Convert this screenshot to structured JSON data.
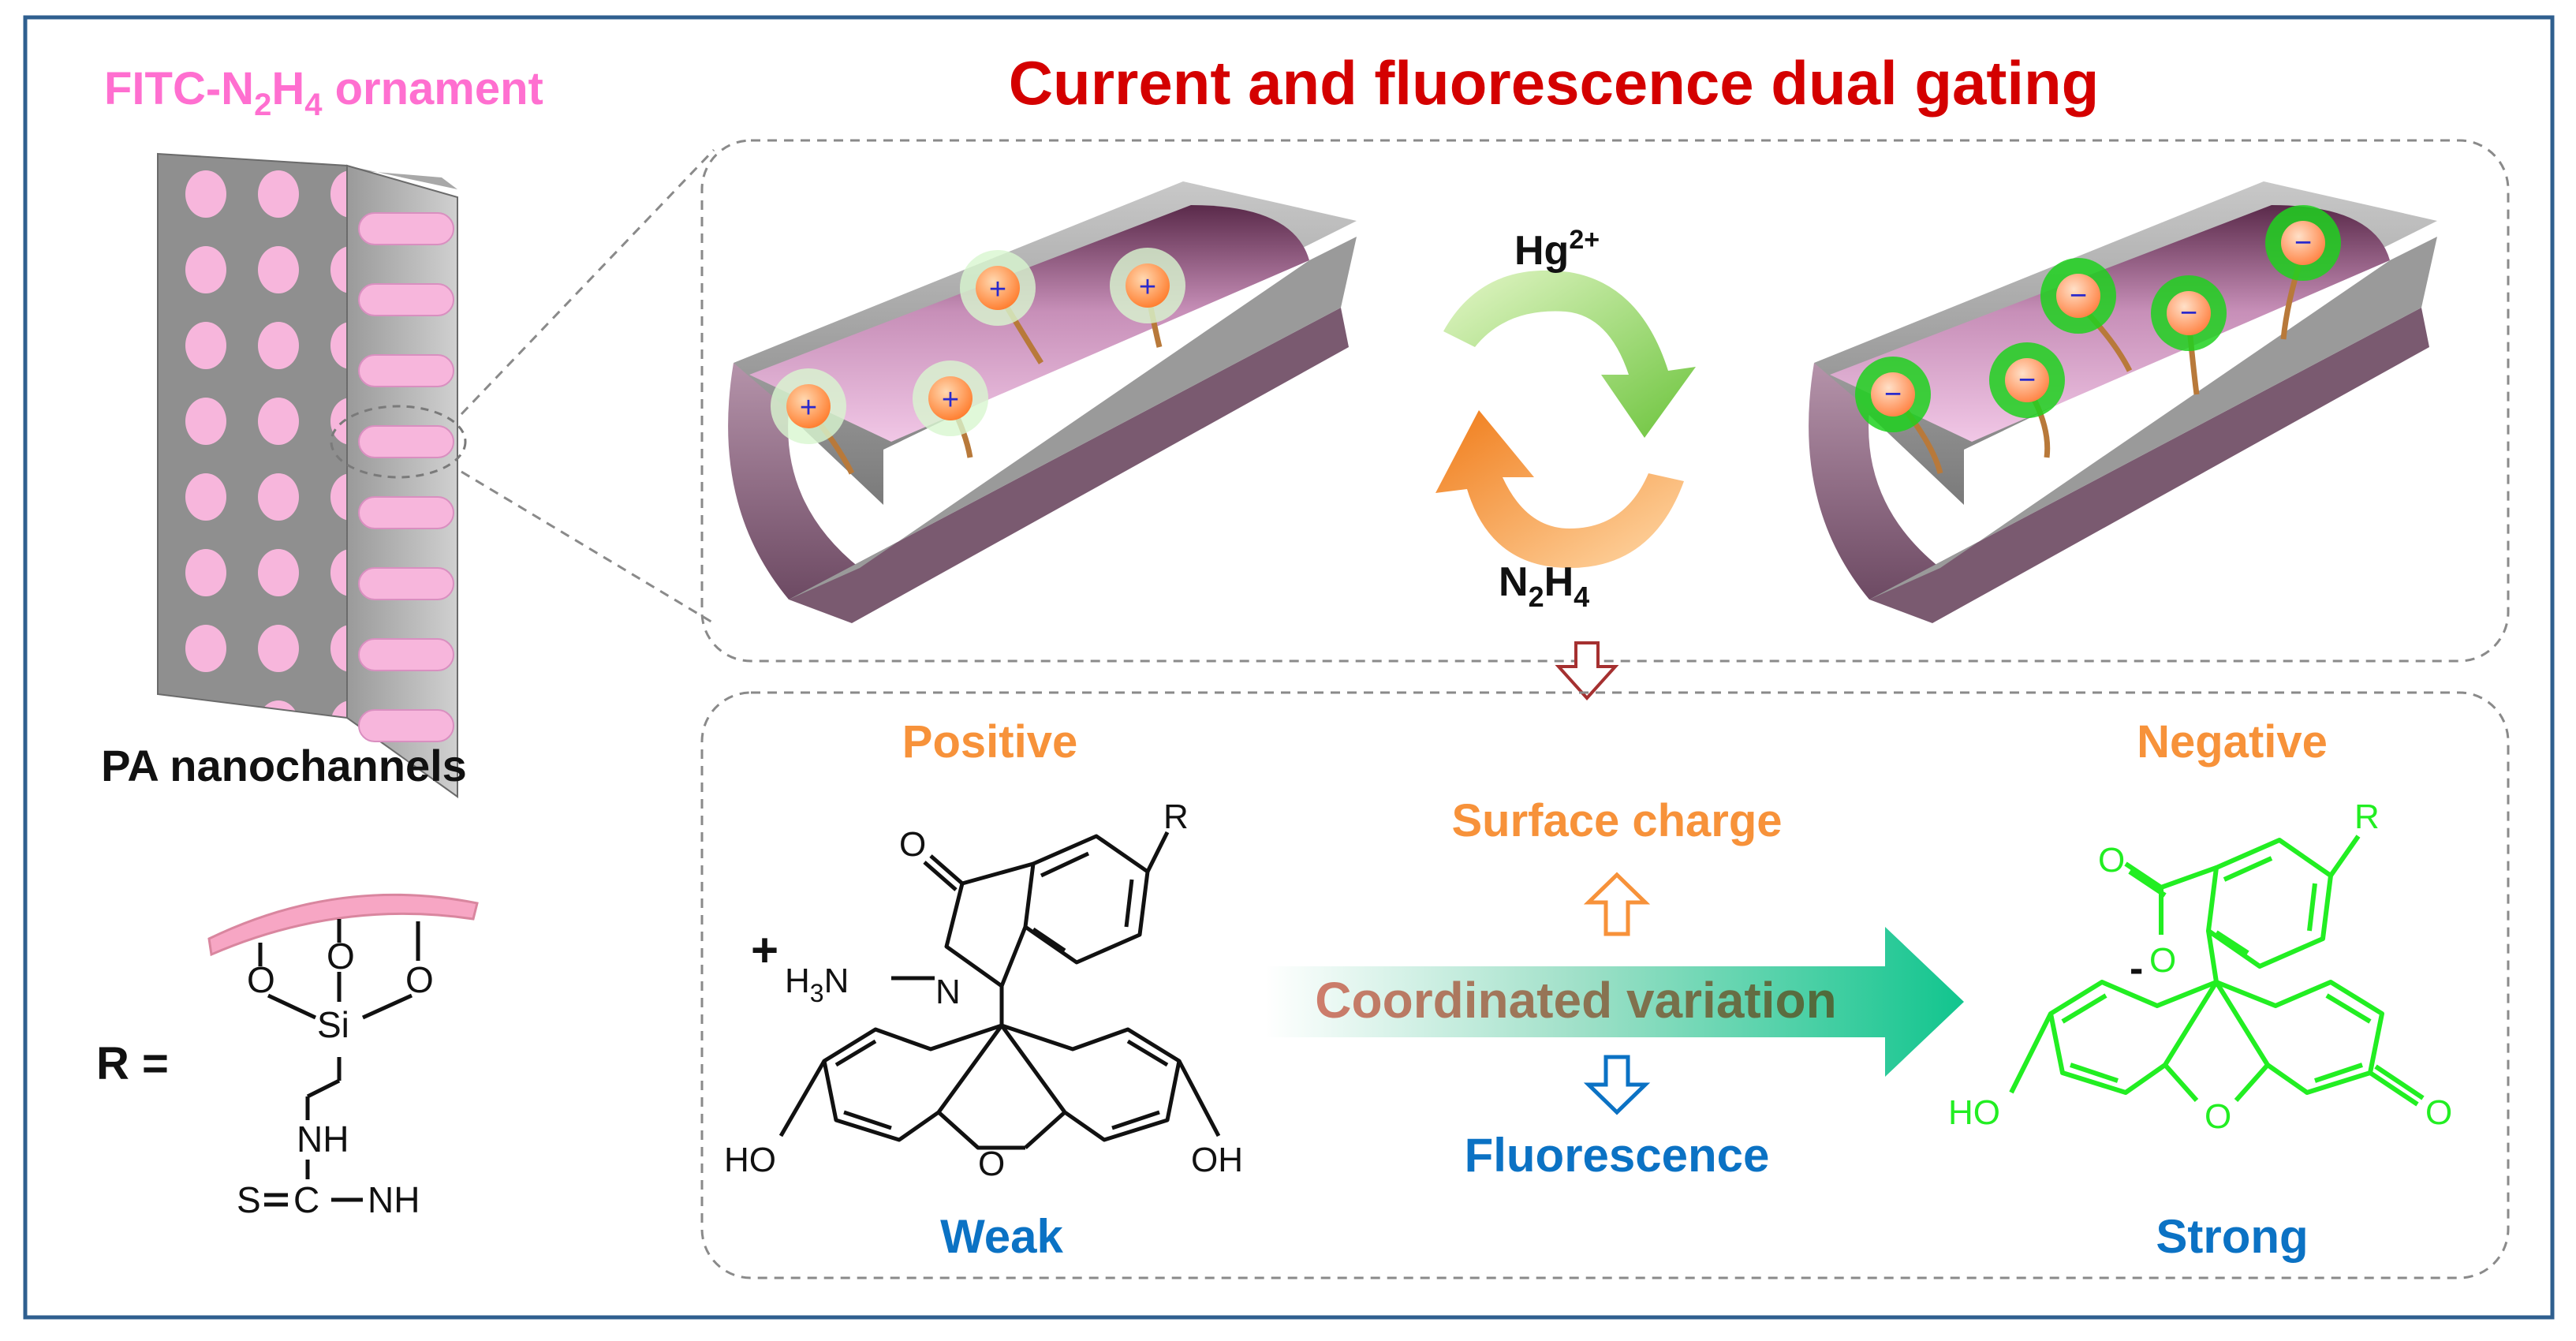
{
  "header": {
    "ornament_label_prefix": "FITC-N",
    "ornament_sub_1": "2",
    "ornament_label_mid": "H",
    "ornament_sub_2": "4",
    "ornament_label_suffix": " ornament",
    "main_title": "Current and fluorescence dual gating"
  },
  "left": {
    "membrane_label": "PA nanochannels",
    "r_label": "R =",
    "linker": {
      "si": "Si",
      "o": "O",
      "nh1": "NH",
      "s": "S",
      "c": "C",
      "nh2": "NH"
    }
  },
  "top_panel": {
    "forward_reagent": "Hg",
    "forward_superscript": "2+",
    "reverse_reagent_n": "N",
    "reverse_sub_1": "2",
    "reverse_reagent_h": "H",
    "reverse_sub_2": "4",
    "left_charge_symbol": "+",
    "right_charge_symbol": "−"
  },
  "bottom_panel": {
    "positive_label": "Positive",
    "negative_label": "Negative",
    "surface_charge_label": "Surface charge",
    "coordinated_label": "Coordinated variation",
    "fluorescence_label": "Fluorescence",
    "weak_label": "Weak",
    "strong_label": "Strong",
    "left_molecule": {
      "r": "R",
      "o": "O",
      "plus": "+",
      "h3n": "H",
      "h3n_sub": "3",
      "h3n_n": "N",
      "n": "N",
      "ho": "HO",
      "oh": "OH",
      "ring_o": "O"
    },
    "right_molecule": {
      "r": "R",
      "o": "O",
      "minus": "-",
      "o_minus": "O",
      "ho": "HO",
      "ring_o": "O",
      "keto_o": "O"
    }
  },
  "colors": {
    "frame": "#2f5f8f",
    "pink": "#ff6fd0",
    "red_title": "#d40000",
    "orange": "#f7923a",
    "blue": "#0b72c4",
    "green": "#22ee22",
    "teal": "#13c98a"
  }
}
